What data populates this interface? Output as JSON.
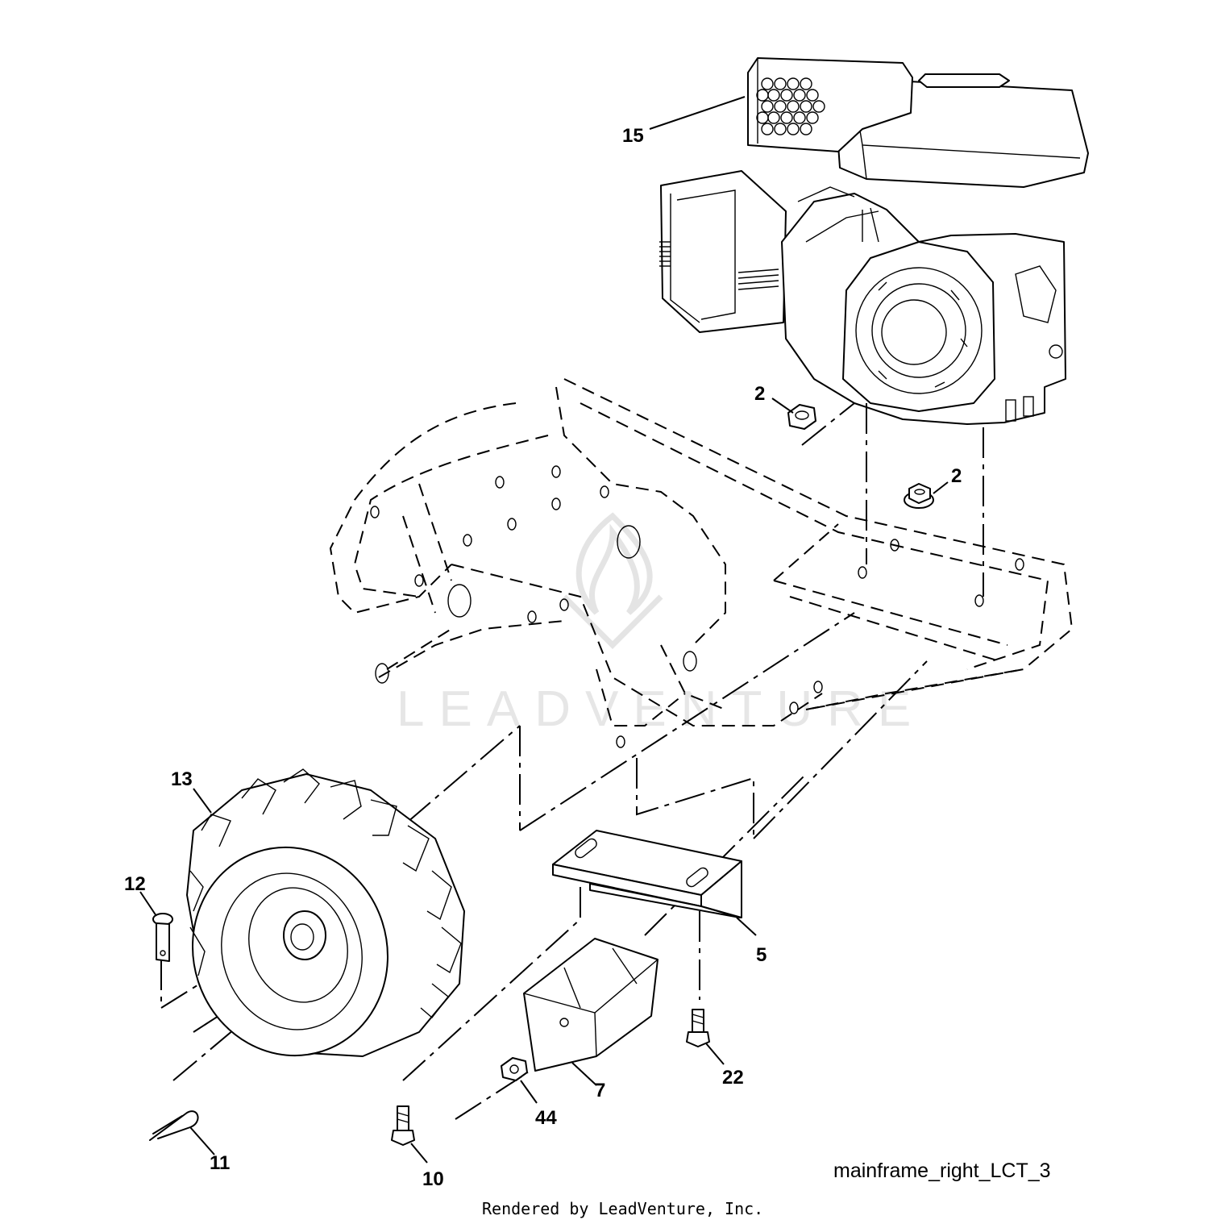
{
  "diagram": {
    "callouts": [
      {
        "id": "15",
        "label": "15"
      },
      {
        "id": "2a",
        "label": "2"
      },
      {
        "id": "2b",
        "label": "2"
      },
      {
        "id": "13",
        "label": "13"
      },
      {
        "id": "12",
        "label": "12"
      },
      {
        "id": "5",
        "label": "5"
      },
      {
        "id": "7",
        "label": "7"
      },
      {
        "id": "22",
        "label": "22"
      },
      {
        "id": "44",
        "label": "44"
      },
      {
        "id": "11",
        "label": "11"
      },
      {
        "id": "10",
        "label": "10"
      }
    ],
    "figure_ref": "mainframe_right_LCT_3",
    "footer": "Rendered by LeadVenture, Inc.",
    "watermark": "LEADVENTURE"
  }
}
